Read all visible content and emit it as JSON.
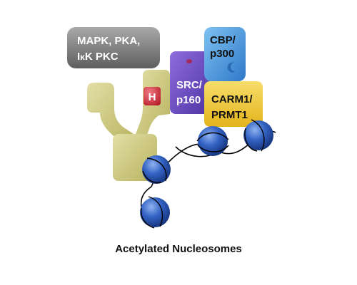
{
  "kinases_box": {
    "line1": "MAPK, PKA,",
    "line2_prefix": "I",
    "line2_kappa": "κ",
    "line2_rest": "K PKC"
  },
  "h_badge": {
    "text": "H"
  },
  "src_box": {
    "line1": "SRC/",
    "line2": "p160"
  },
  "cbp_box": {
    "line1": "CBP/",
    "line2": "p300"
  },
  "carm_box": {
    "line1": "CARM1/",
    "line2": "PRMT1"
  },
  "caption": "Acetylated Nucleosomes",
  "colors": {
    "kinases_box": "#7a7a7a",
    "receptor_body": "#c9c47a",
    "h_badge": "#d2343f",
    "src_box": "#6a4bc0",
    "cbp_box": "#3f8fdc",
    "carm_box": "#f0c830",
    "nucleosome": "#1c3f96",
    "dna": "#000000"
  }
}
